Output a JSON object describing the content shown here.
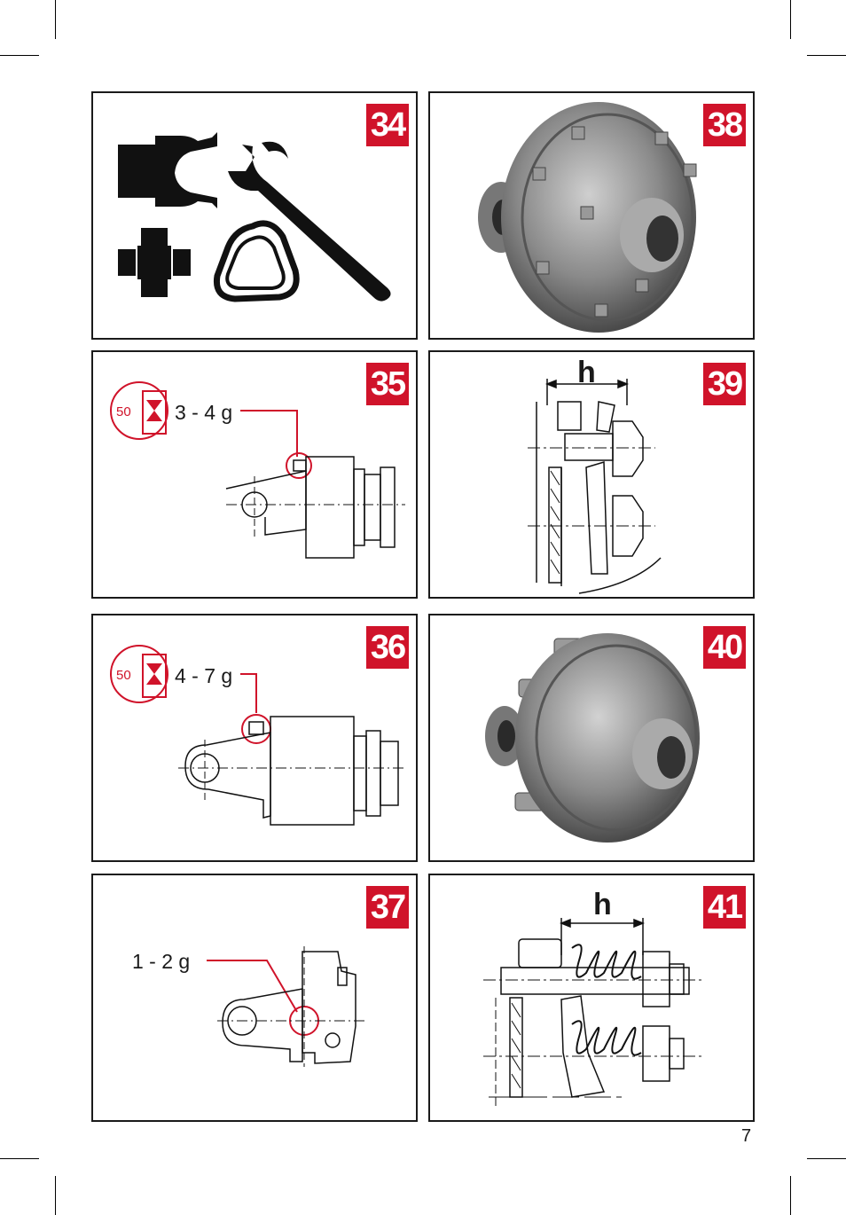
{
  "panels": [
    {
      "id": "34",
      "number": "34"
    },
    {
      "id": "38",
      "number": "38"
    },
    {
      "id": "35",
      "number": "35",
      "grease_amount": "3 - 4 g",
      "interval": "50"
    },
    {
      "id": "39",
      "number": "39",
      "dimension": "h"
    },
    {
      "id": "36",
      "number": "36",
      "grease_amount": "4 - 7 g",
      "interval": "50"
    },
    {
      "id": "40",
      "number": "40"
    },
    {
      "id": "37",
      "number": "37",
      "grease_amount": "1 - 2 g"
    },
    {
      "id": "41",
      "number": "41",
      "dimension": "h"
    }
  ],
  "page_number": "7",
  "colors": {
    "accent": "#d0132a",
    "line": "#1a1a1a"
  }
}
